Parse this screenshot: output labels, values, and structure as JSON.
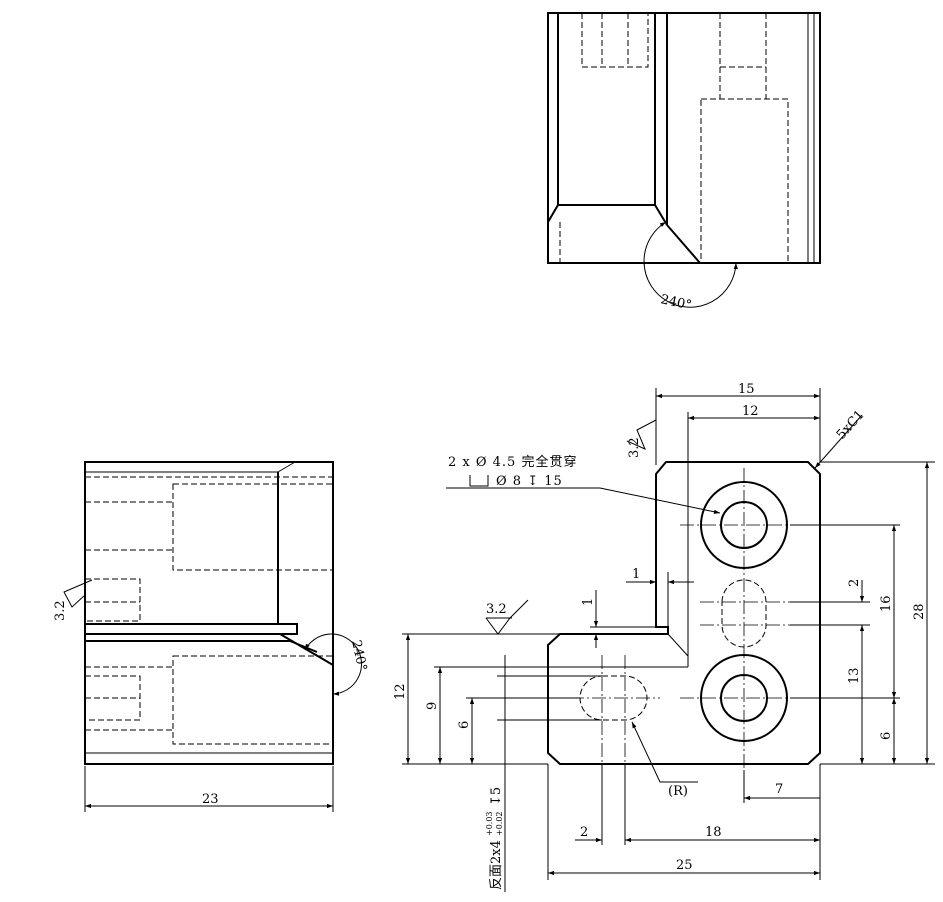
{
  "top_view": {
    "angle_label": "240°"
  },
  "side_view": {
    "width_dim": "23",
    "roughness": "3.2",
    "angle_label": "240°"
  },
  "front_view": {
    "dims": {
      "overall_top": "15",
      "inner_top": "12",
      "chamfer": "5xC1",
      "slot_gap": "1",
      "slot_gap_vertical": "1",
      "right_small": "2",
      "right_16": "16",
      "right_28": "28",
      "right_13": "13",
      "right_6": "6",
      "left_12": "12",
      "left_9": "9",
      "left_6": "6",
      "radius": "(R)",
      "bottom_7": "7",
      "bottom_2": "2",
      "bottom_18": "18",
      "bottom_25": "25"
    },
    "roughness_top": "3.2",
    "roughness_left": "3.2",
    "hole_note_line1": "2 x Ø 4.5 完全贯穿",
    "hole_note_line2": "Ø 8 ↧ 15",
    "slot_note_main": "反面2x4",
    "slot_note_upper": "+0.03",
    "slot_note_lower": "+0.02",
    "slot_note_depth": "↧5"
  }
}
